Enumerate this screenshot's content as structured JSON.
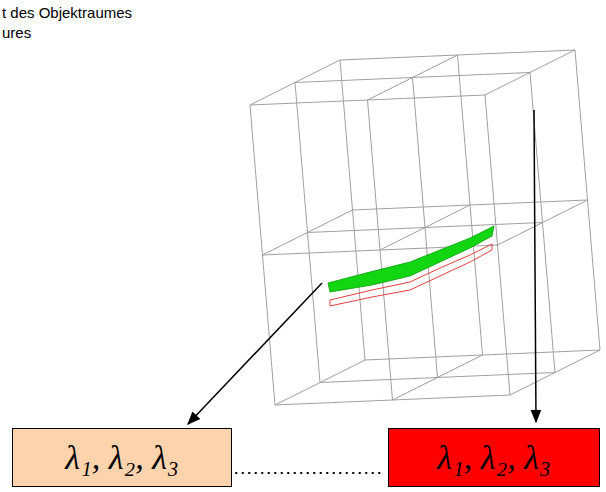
{
  "diagram": {
    "nodes": [
      {
        "text": [
          "λ₁, λ₂, λ₃"
        ]
      },
      {
        "text": [
          "λ₁, λ₂, λ₃"
        ]
      }
    ],
    "edges": [
      {
        "from": 0,
        "to": 1,
        "arrow": "none"
      }
    ],
    "labels": [
      "t des Objektraumes",
      "ures"
    ]
  }
}
